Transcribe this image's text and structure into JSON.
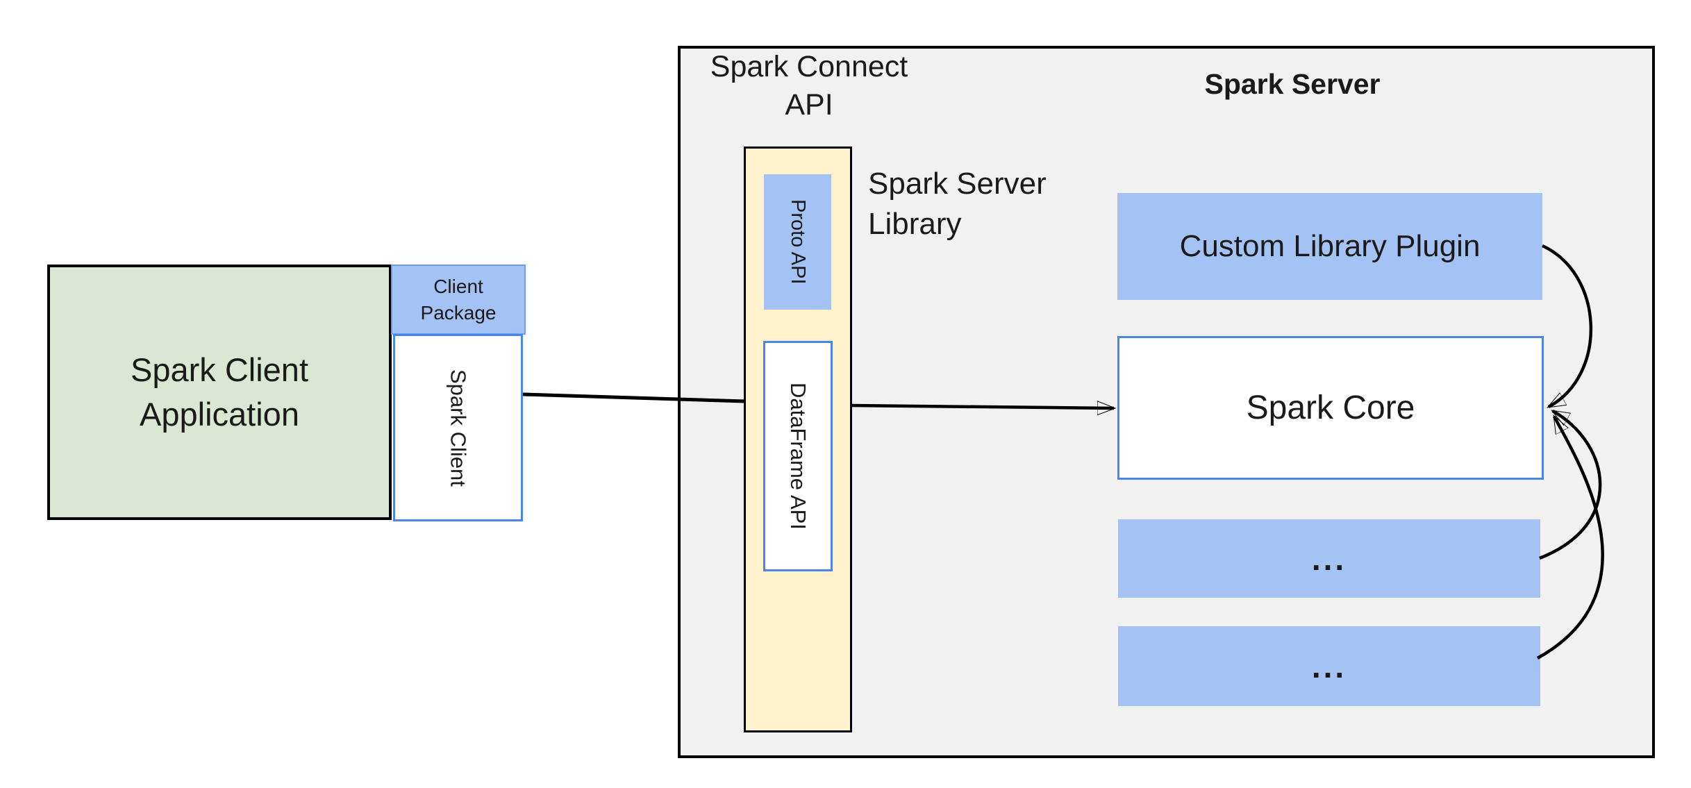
{
  "colors": {
    "canvas_bg": "#ffffff",
    "panel_bg": "#f1f1f1",
    "green_fill": "#d9e7d3",
    "blue_fill": "#a4c2f4",
    "yellow_fill": "#fff2cc",
    "blue_border": "#4a86e8",
    "line_black": "#000000"
  },
  "titles": {
    "spark_connect_api": {
      "line1": "Spark Connect",
      "line2": "API"
    },
    "spark_server": "Spark Server",
    "spark_server_library": {
      "line1": "Spark Server",
      "line2": "Library"
    }
  },
  "client_application": {
    "line1": "Spark Client",
    "line2": "Application"
  },
  "client_package": {
    "line1": "Client",
    "line2": "Package"
  },
  "spark_client": {
    "label": "Spark Client"
  },
  "spark_connect_column": {
    "proto_api": "Proto API",
    "dataframe_api": "DataFrame API"
  },
  "spark_server_components": {
    "custom_library_plugin": "Custom Library Plugin",
    "spark_core": "Spark Core",
    "ellipsis_top": "...",
    "ellipsis_bottom": "..."
  }
}
